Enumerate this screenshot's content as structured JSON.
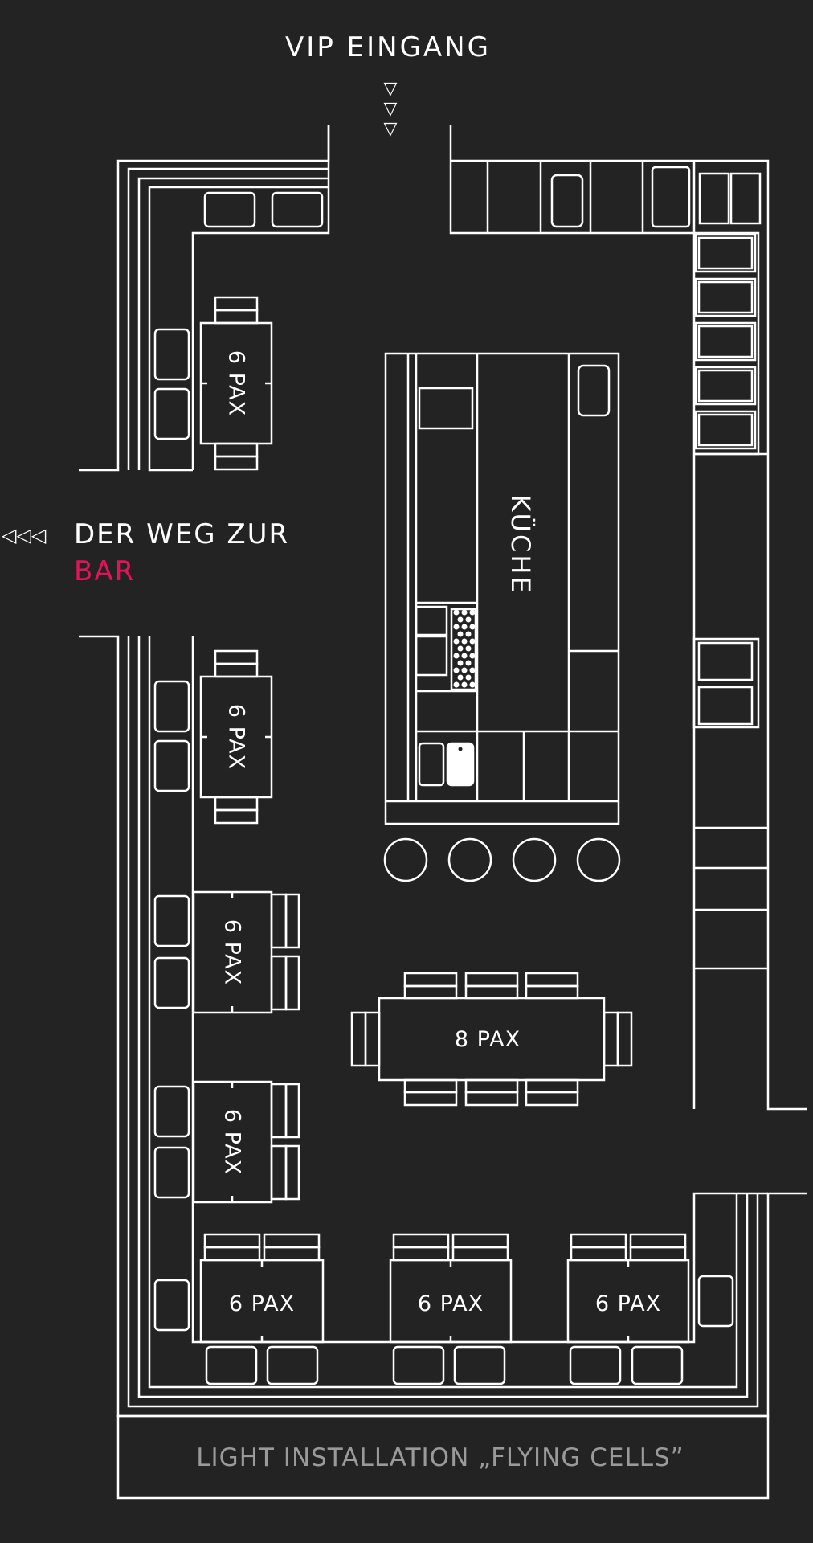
{
  "colors": {
    "background": "#232323",
    "line": "#ffffff",
    "accent": "#e3135a",
    "muted": "#9a9a9a"
  },
  "labels": {
    "vip_entrance": "VIP EINGANG",
    "entrance_arrow": "▽",
    "way_arrow": "◁◁◁",
    "way_line1": "DER WEG ZUR",
    "way_line2": "BAR",
    "kitchen": "KÜCHE",
    "light_installation": "LIGHT INSTALLATION „FLYING CELLS”"
  },
  "tables": [
    {
      "label": "6 PAX"
    },
    {
      "label": "6 PAX"
    },
    {
      "label": "6 PAX"
    },
    {
      "label": "6 PAX"
    },
    {
      "label": "8 PAX"
    },
    {
      "label": "6 PAX"
    },
    {
      "label": "6 PAX"
    },
    {
      "label": "6 PAX"
    }
  ]
}
